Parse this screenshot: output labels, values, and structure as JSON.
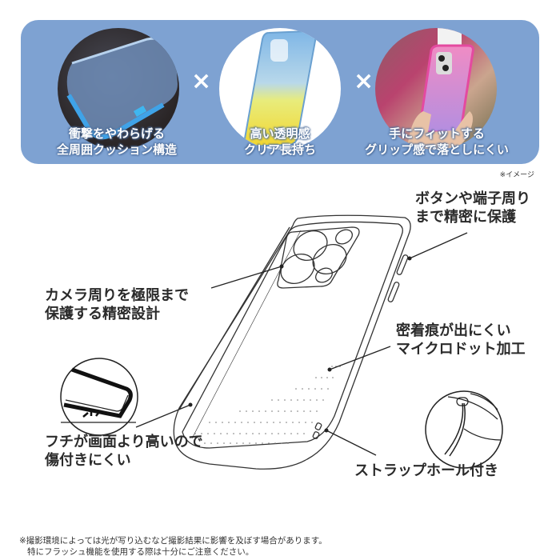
{
  "banner": {
    "background_color": "#7ea2d2",
    "features": [
      {
        "image": "case-edge-closeup",
        "line1": "衝撃をやわらげる",
        "line2": "全周囲クッション構造"
      },
      {
        "image": "gradient-clear-case",
        "line1": "高い透明感",
        "line2": "クリア長持ち"
      },
      {
        "image": "hand-holding-pink-case",
        "line1": "手にフィットする",
        "line2": "グリップ感で落としにくい"
      }
    ],
    "separator": "×"
  },
  "image_note": "※イメージ",
  "callouts": {
    "buttons": {
      "line1": "ボタンや端子周り",
      "line2": "まで精密に保護"
    },
    "camera": {
      "line1": "カメラ周りを極限まで",
      "line2": "保護する精密設計"
    },
    "microdot": {
      "line1": "密着痕が出にくい",
      "line2": "マイクロドット加工"
    },
    "edge": {
      "line1": "フチが画面より高いので",
      "line2": "傷付きにくい"
    },
    "strap": {
      "line1": "ストラップホール付き"
    }
  },
  "footnote": {
    "line1": "※撮影環境によっては光が写り込むなど撮影結果に影響を及ぼす場合があります。",
    "line2": "特にフラッシュ機能を使用する際は十分にご注意ください。"
  }
}
